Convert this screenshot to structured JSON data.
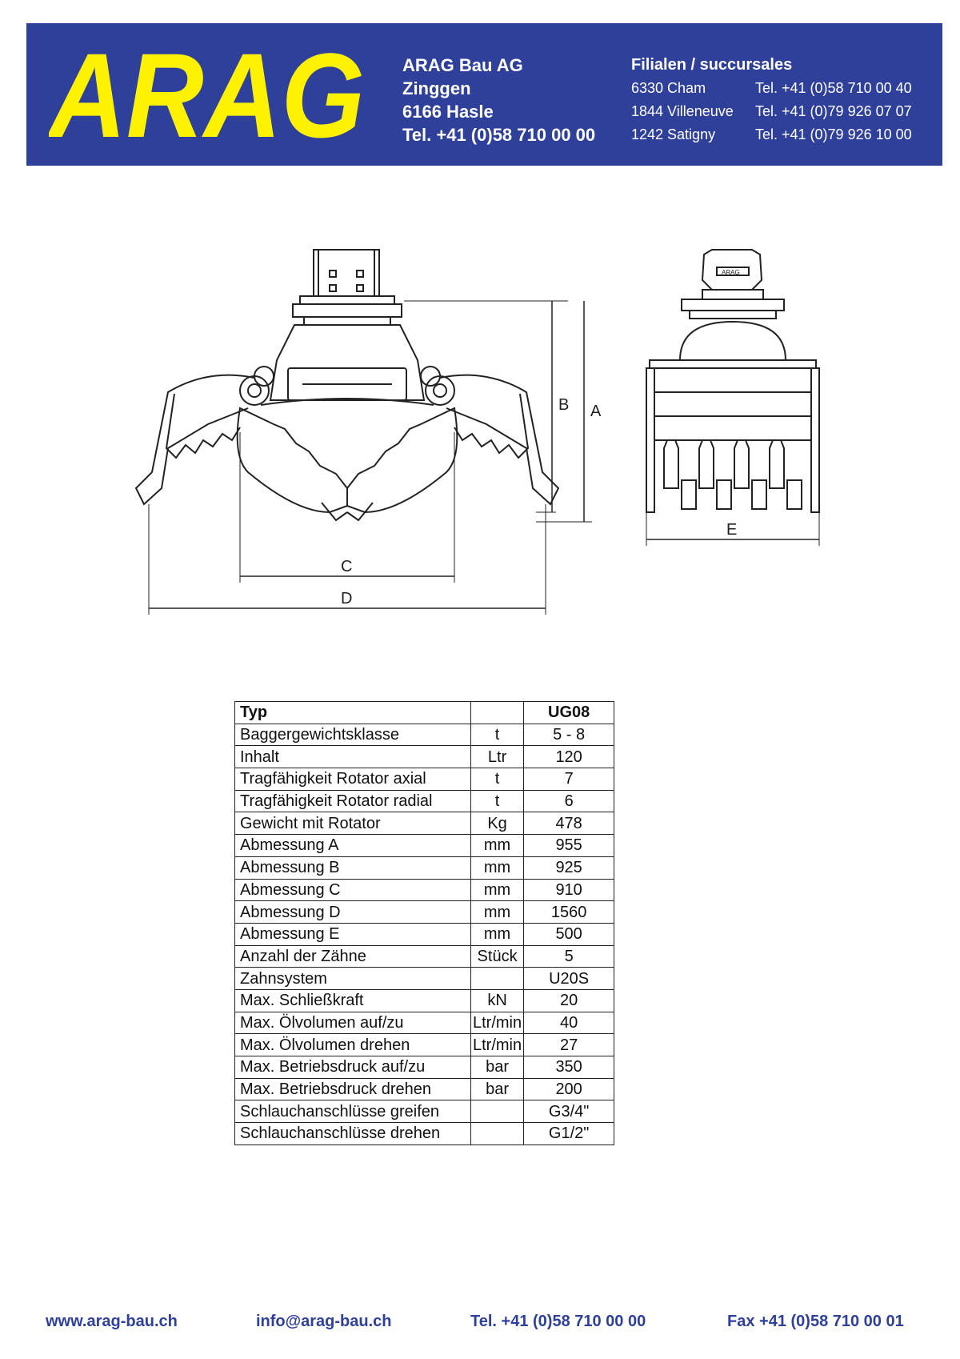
{
  "header": {
    "logo_text": "ARAG",
    "company": {
      "name": "ARAG Bau AG",
      "street": "Zinggen",
      "city": "6166 Hasle",
      "tel": "Tel. +41 (0)58 710 00 00"
    },
    "branches_title": "Filialen / succursales",
    "branches": [
      {
        "city": "6330 Cham",
        "tel": "Tel. +41 (0)58 710 00 40"
      },
      {
        "city": "1844 Villeneuve",
        "tel": "Tel. +41 (0)79 926 07 07"
      },
      {
        "city": "1242 Satigny",
        "tel": "Tel. +41 (0)79 926 10 00"
      }
    ],
    "colors": {
      "banner": "#2f409a",
      "logo": "#fff200",
      "text": "#ffffff"
    }
  },
  "drawing": {
    "labels": {
      "a": "A",
      "b": "B",
      "c": "C",
      "d": "D",
      "e": "E"
    },
    "plate_text": "ARAG"
  },
  "spec_table": {
    "header": {
      "label": "Typ",
      "unit": "",
      "value": "UG08"
    },
    "rows": [
      {
        "label": "Baggergewichtsklasse",
        "unit": "t",
        "value": "5 - 8"
      },
      {
        "label": "Inhalt",
        "unit": "Ltr",
        "value": "120"
      },
      {
        "label": "Tragfähigkeit Rotator axial",
        "unit": "t",
        "value": "7"
      },
      {
        "label": "Tragfähigkeit Rotator radial",
        "unit": "t",
        "value": "6"
      },
      {
        "label": "Gewicht mit Rotator",
        "unit": "Kg",
        "value": "478"
      },
      {
        "label": "Abmessung A",
        "unit": "mm",
        "value": "955"
      },
      {
        "label": "Abmessung B",
        "unit": "mm",
        "value": "925"
      },
      {
        "label": "Abmessung C",
        "unit": "mm",
        "value": "910"
      },
      {
        "label": "Abmessung D",
        "unit": "mm",
        "value": "1560"
      },
      {
        "label": "Abmessung E",
        "unit": "mm",
        "value": "500"
      },
      {
        "label": "Anzahl der Zähne",
        "unit": "Stück",
        "value": "5"
      },
      {
        "label": "Zahnsystem",
        "unit": "",
        "value": "U20S"
      },
      {
        "label": "Max. Schließkraft",
        "unit": "kN",
        "value": "20"
      },
      {
        "label": "Max. Ölvolumen auf/zu",
        "unit": "Ltr/min",
        "value": "40"
      },
      {
        "label": "Max. Ölvolumen drehen",
        "unit": "Ltr/min",
        "value": "27"
      },
      {
        "label": "Max. Betriebsdruck auf/zu",
        "unit": "bar",
        "value": "350"
      },
      {
        "label": "Max. Betriebsdruck drehen",
        "unit": "bar",
        "value": "200"
      },
      {
        "label": "Schlauchanschlüsse greifen",
        "unit": "",
        "value": "G3/4\""
      },
      {
        "label": "Schlauchanschlüsse drehen",
        "unit": "",
        "value": "G1/2\""
      }
    ]
  },
  "footer": {
    "web": "www.arag-bau.ch",
    "email": "info@arag-bau.ch",
    "tel": "Tel. +41 (0)58 710 00 00",
    "fax": "Fax +41 (0)58 710 00 01"
  }
}
